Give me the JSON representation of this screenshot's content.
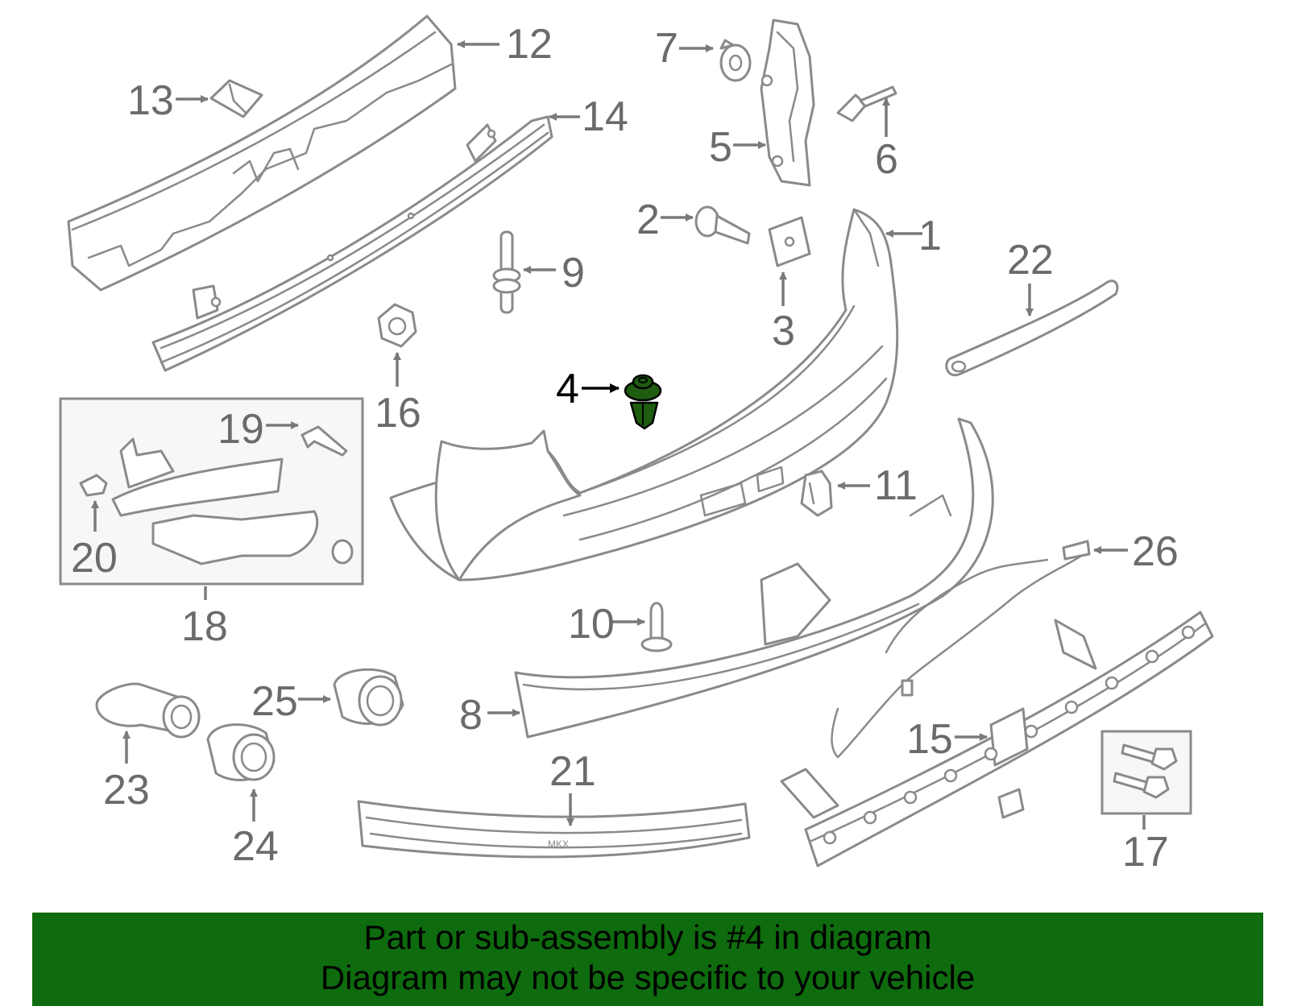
{
  "diagram": {
    "highlight_color": "#1e5c10",
    "callouts": [
      {
        "id": "1",
        "label": "1"
      },
      {
        "id": "2",
        "label": "2"
      },
      {
        "id": "3",
        "label": "3"
      },
      {
        "id": "4",
        "label": "4",
        "highlighted": true
      },
      {
        "id": "5",
        "label": "5"
      },
      {
        "id": "6",
        "label": "6"
      },
      {
        "id": "7",
        "label": "7"
      },
      {
        "id": "8",
        "label": "8"
      },
      {
        "id": "9",
        "label": "9"
      },
      {
        "id": "10",
        "label": "10"
      },
      {
        "id": "11",
        "label": "11"
      },
      {
        "id": "12",
        "label": "12"
      },
      {
        "id": "13",
        "label": "13"
      },
      {
        "id": "14",
        "label": "14"
      },
      {
        "id": "15",
        "label": "15"
      },
      {
        "id": "16",
        "label": "16"
      },
      {
        "id": "17",
        "label": "17"
      },
      {
        "id": "18",
        "label": "18"
      },
      {
        "id": "19",
        "label": "19"
      },
      {
        "id": "20",
        "label": "20"
      },
      {
        "id": "21",
        "label": "21"
      },
      {
        "id": "22",
        "label": "22"
      },
      {
        "id": "23",
        "label": "23"
      },
      {
        "id": "24",
        "label": "24"
      },
      {
        "id": "25",
        "label": "25"
      },
      {
        "id": "26",
        "label": "26"
      }
    ],
    "step_pad_text": "MKX"
  },
  "banner": {
    "background": "#0e6b0e",
    "line1": "Part or sub-assembly is #4 in diagram",
    "line2": "Diagram may not be specific to your vehicle"
  }
}
